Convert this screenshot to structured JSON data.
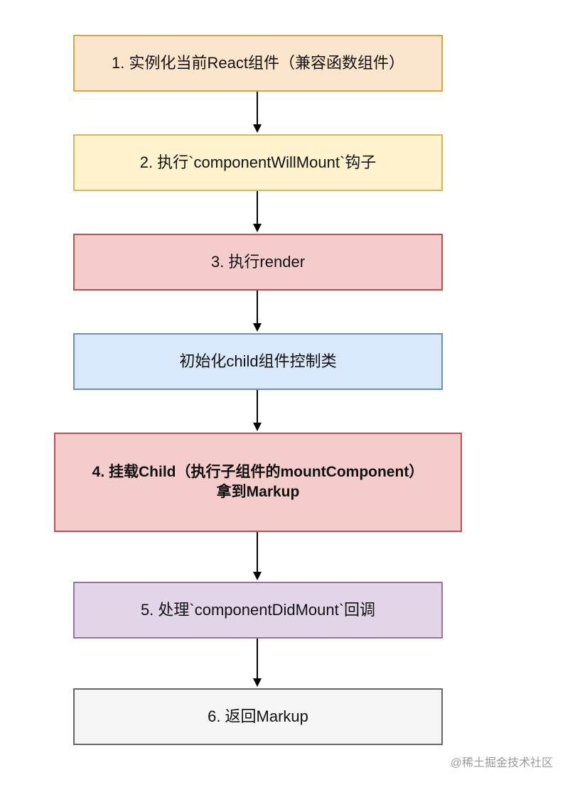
{
  "nodes": [
    {
      "text": "1. 实例化当前React组件（兼容函数组件）",
      "fill": "#fce5cd",
      "border": "#d6a93a"
    },
    {
      "text": "2. 执行`componentWillMount`钩子",
      "fill": "#fff2cc",
      "border": "#d6b656"
    },
    {
      "text": "3. 执行render",
      "fill": "#f4cccc",
      "border": "#b85450"
    },
    {
      "text": "初始化child组件控制类",
      "fill": "#dae8fc",
      "border": "#6c8ebf"
    },
    {
      "line1": "4. 挂载Child（执行子组件的mountComponent）",
      "line2": "拿到Markup",
      "fill": "#f4cccc",
      "border": "#b85450"
    },
    {
      "text": "5. 处理`componentDidMount`回调",
      "fill": "#e1d5e7",
      "border": "#9673a6"
    },
    {
      "text": "6. 返回Markup",
      "fill": "#f5f5f5",
      "border": "#666666"
    }
  ],
  "edges": [
    {
      "from": 1,
      "to": 2
    },
    {
      "from": 2,
      "to": 3
    },
    {
      "from": 3,
      "to": 4
    },
    {
      "from": 4,
      "to": 5
    },
    {
      "from": 5,
      "to": 6
    },
    {
      "from": 6,
      "to": 7
    }
  ],
  "watermark": "@稀土掘金技术社区"
}
